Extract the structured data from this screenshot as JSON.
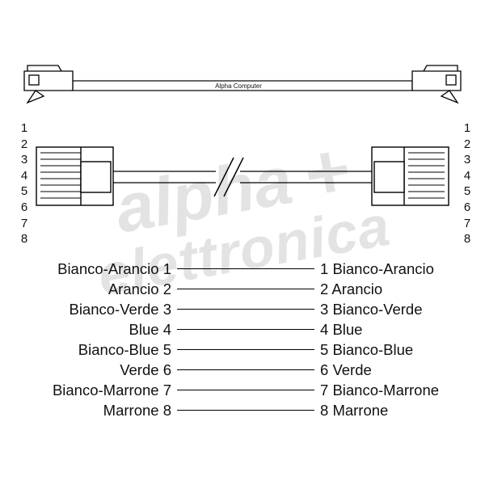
{
  "header": {
    "cable_label": "Alpha Computer"
  },
  "connectors": {
    "left_pins": [
      "1",
      "2",
      "3",
      "4",
      "5",
      "6",
      "7",
      "8"
    ],
    "right_pins": [
      "1",
      "2",
      "3",
      "4",
      "5",
      "6",
      "7",
      "8"
    ]
  },
  "wiring": {
    "rows": [
      {
        "left_label": "Bianco-Arancio",
        "left_pin": "1",
        "right_pin": "1",
        "right_label": "Bianco-Arancio"
      },
      {
        "left_label": "Arancio",
        "left_pin": "2",
        "right_pin": "2",
        "right_label": "Arancio"
      },
      {
        "left_label": "Bianco-Verde",
        "left_pin": "3",
        "right_pin": "3",
        "right_label": "Bianco-Verde"
      },
      {
        "left_label": "Blue",
        "left_pin": "4",
        "right_pin": "4",
        "right_label": "Blue"
      },
      {
        "left_label": "Bianco-Blue",
        "left_pin": "5",
        "right_pin": "5",
        "right_label": "Bianco-Blue"
      },
      {
        "left_label": "Verde",
        "left_pin": "6",
        "right_pin": "6",
        "right_label": "Verde"
      },
      {
        "left_label": "Bianco-Marrone",
        "left_pin": "7",
        "right_pin": "7",
        "right_label": "Bianco-Marrone"
      },
      {
        "left_label": "Marrone",
        "left_pin": "8",
        "right_pin": "8",
        "right_label": "Marrone"
      }
    ]
  },
  "watermark": {
    "line1": "alpha",
    "plus": "+",
    "line2": "elettronica"
  },
  "colors": {
    "line": "#000000",
    "text": "#111111",
    "watermark": "#c9c9c9",
    "background": "#ffffff"
  }
}
